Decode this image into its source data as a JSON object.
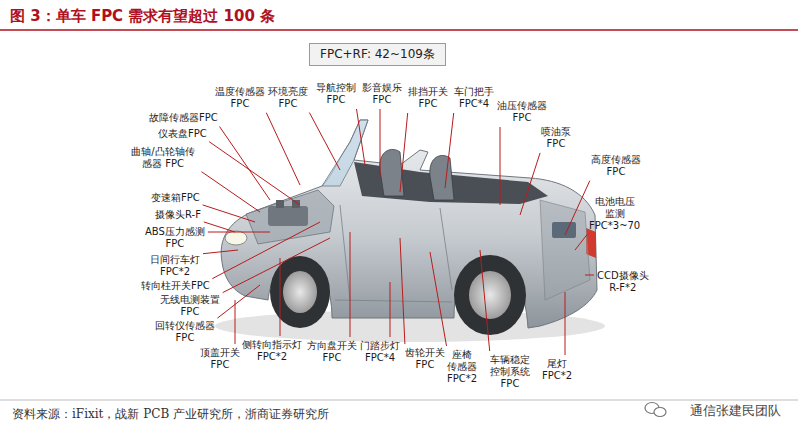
{
  "diagram": {
    "title": "图 3：单车 FPC 需求有望超过 100 条",
    "caption": "资料来源：iFixit，战新 PCB 产业研究所，浙商证券研究所",
    "nodes": [
      {
        "text": [
          "FPC+RF: 42~109条"
        ]
      }
    ],
    "labels": [
      "温度传感器 FPC",
      "环境亮度 FPC",
      "导航控制 FPC",
      "影音娱乐 FPC",
      "排挡开关 FPC",
      "车门把手 FPC*4",
      "油压传感器 FPC",
      "喷油泵 FPC",
      "高度传感器 FPC",
      "电池电压 监测 FPC*3~70",
      "CCD摄像头 R-F*2",
      "故障传感器FPC",
      "仪表盘FPC",
      "曲轴/凸轮轴传 感器 FPC",
      "变速箱FPC",
      "摄像头R-F",
      "ABS压力感测 FPC",
      "日间行车灯 FPC*2",
      "转向柱开关FPC",
      "无线电测装置 FPC",
      "回转仪传感器 FPC",
      "顶盖开关 FPC",
      "侧转向指示灯 FPC*2",
      "方向盘开关 FPC",
      "门踏步灯 FPC*4",
      "齿轮开关 FPC",
      "座椅 传感器 FPC*2",
      "车辆稳定 控制系统 FPC",
      "尾灯 FPC*2",
      "通信张建民团队"
    ]
  }
}
